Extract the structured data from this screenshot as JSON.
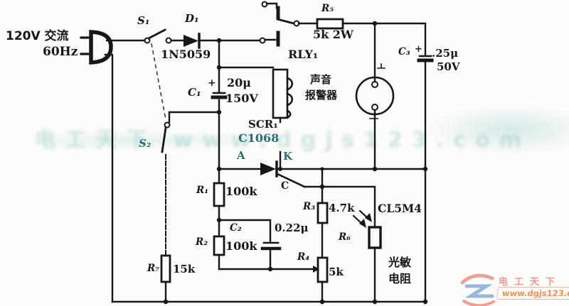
{
  "colors": {
    "ink": "#171717",
    "teal_ink": "#2c6e73",
    "watermark_cyan": "#8cc8c6",
    "logo_red": "#e05545",
    "logo_blue": "#4a7fc1",
    "logo_orange": "#ec7e3e"
  },
  "power": {
    "voltage_line": "120V 交流",
    "freq": "60Hz"
  },
  "switches": {
    "s1": "S₁",
    "s2": "S₂"
  },
  "diode": {
    "ref": "D₁",
    "model": "1N5059"
  },
  "relay": {
    "ref": "RLY₁"
  },
  "scr": {
    "ref": "SCR₁",
    "model": "C1068",
    "anode": "A",
    "cathode": "K",
    "gate": "C"
  },
  "alarm": {
    "line1": "声音",
    "line2": "报警器"
  },
  "capacitors": {
    "c1": {
      "ref": "C₁",
      "plus": "+",
      "value": "20μ",
      "voltage": "150V"
    },
    "c2": {
      "ref": "C₂",
      "value": "0.22μ"
    },
    "c3": {
      "ref": "C₃",
      "plus": "+",
      "value": ".25μ",
      "voltage": "50V"
    }
  },
  "resistors": {
    "r1": {
      "ref": "R₁",
      "value": "100k"
    },
    "r2": {
      "ref": "R₂",
      "value": "100k"
    },
    "r3": {
      "ref": "R₃",
      "value": "4.7k"
    },
    "r4": {
      "ref": "R₄",
      "value": "5k"
    },
    "r5": {
      "ref": "R₅",
      "value": "5k 2W"
    },
    "r6": {
      "ref": "R₆",
      "model": "CL5M4"
    },
    "r7": {
      "ref": "R₇",
      "value": "15k"
    }
  },
  "photoresistor_label": {
    "line1": "光敏",
    "line2": "电阻"
  },
  "watermark": {
    "brand": "电工天下",
    "url": "www.dgjs123.com"
  }
}
